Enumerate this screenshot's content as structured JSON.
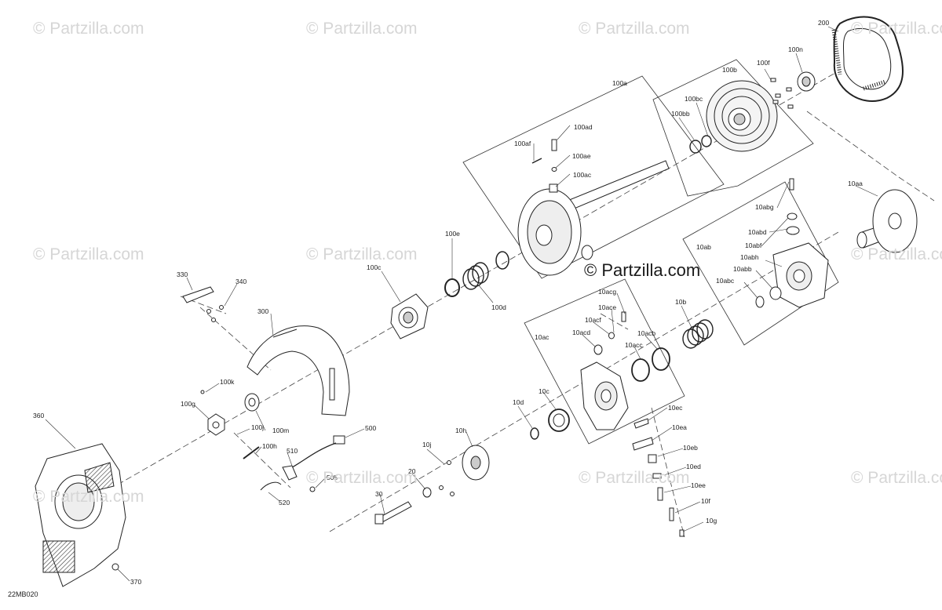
{
  "watermark": "© Partzilla.com",
  "center_watermark": "© Partzilla.com",
  "diagram_code": "22MB020",
  "labels": {
    "p200": "200",
    "p100n": "100n",
    "p100f": "100f",
    "p100b": "100b",
    "p100bc": "100bc",
    "p100bb": "100bb",
    "p100a": "100a",
    "p100ad": "100ad",
    "p100af": "100af",
    "p100ae": "100ae",
    "p100ac": "100ac",
    "p10aa": "10aa",
    "p10abg": "10abg",
    "p10abd": "10abd",
    "p10ab": "10ab",
    "p10abf": "10abf",
    "p10abh": "10abh",
    "p10abb": "10abb",
    "p10abc": "10abc",
    "p100e": "100e",
    "p100c": "100c",
    "p100d": "100d",
    "p330": "330",
    "p340": "340",
    "p300": "300",
    "p10b": "10b",
    "p10acg": "10acg",
    "p10ace": "10ace",
    "p10acf": "10acf",
    "p10ac": "10ac",
    "p10acd": "10acd",
    "p10acb": "10acb",
    "p10acc": "10acc",
    "p100k": "100k",
    "p100g": "100g",
    "p100j": "100j",
    "p100m": "100m",
    "p100h": "100h",
    "p10d": "10d",
    "p10c": "10c",
    "p10ec": "10ec",
    "p10ea": "10ea",
    "p360": "360",
    "p500": "500",
    "p510": "510",
    "p505": "505",
    "p520": "520",
    "p10h": "10h",
    "p10j": "10j",
    "p20": "20",
    "p30": "30",
    "p10eb": "10eb",
    "p10ed": "10ed",
    "p10ee": "10ee",
    "p10f": "10f",
    "p10g": "10g",
    "p370": "370"
  }
}
